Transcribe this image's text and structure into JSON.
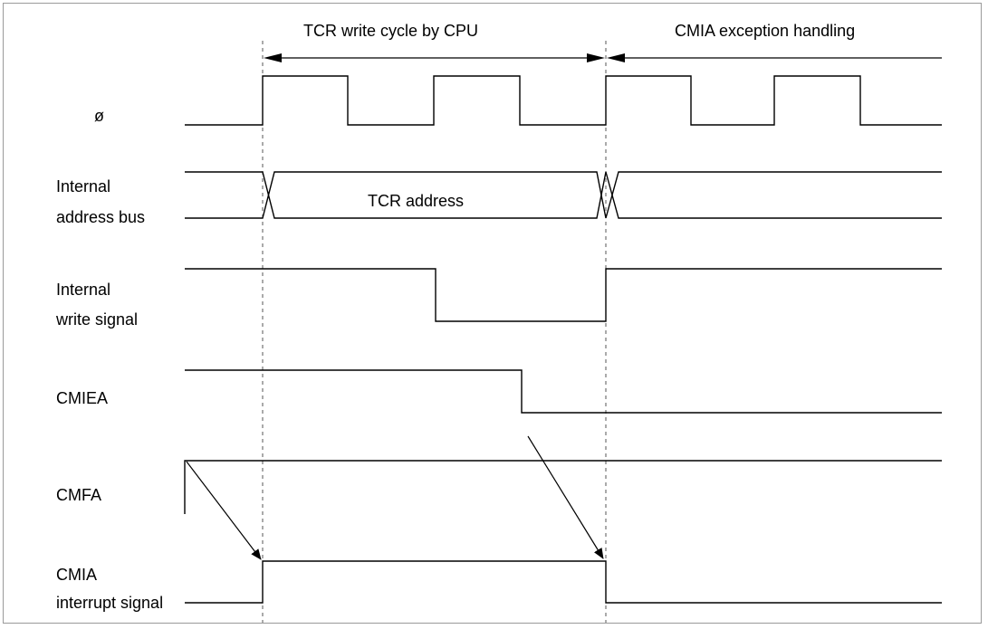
{
  "header": {
    "phase_cpu_write": "TCR write cycle by CPU",
    "phase_exception": "CMIA exception handling"
  },
  "signals": {
    "phi": "ø",
    "address_bus_line1": "Internal",
    "address_bus_line2": "address bus",
    "address_bus_value": "TCR address",
    "write_signal_line1": "Internal",
    "write_signal_line2": "write signal",
    "cmiea": "CMIEA",
    "cmfa": "CMFA",
    "cmia_line1": "CMIA",
    "cmia_line2": "interrupt signal"
  }
}
